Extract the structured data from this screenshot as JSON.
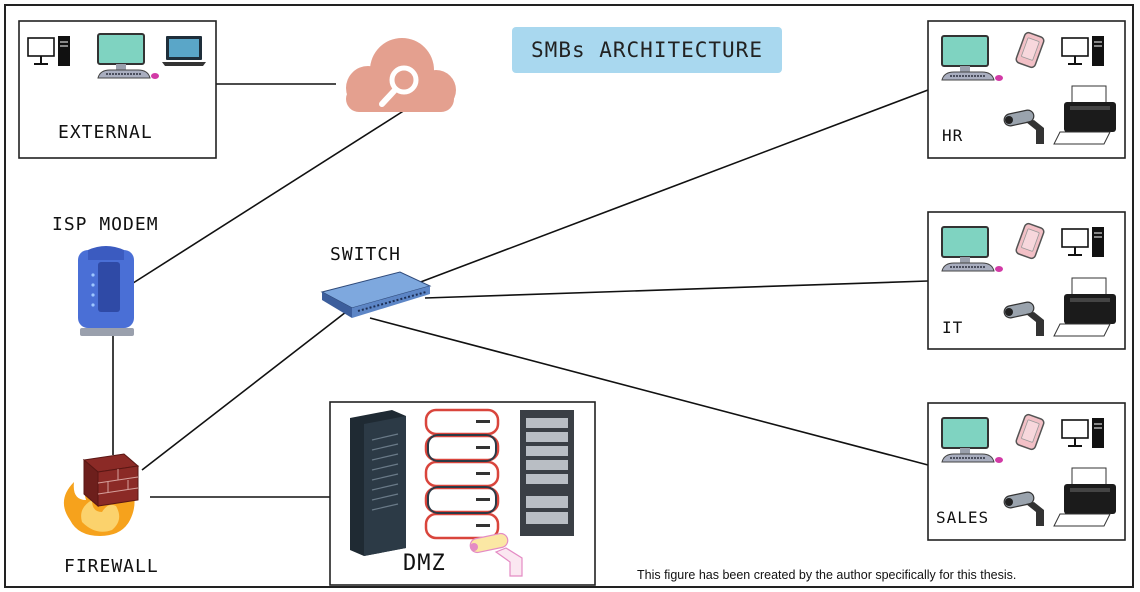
{
  "title": "SMBs ARCHITECTURE",
  "caption": "This figure has been created by the author specifically for this thesis.",
  "nodes": {
    "external": "EXTERNAL",
    "isp_modem": "ISP MODEM",
    "switch": "SWITCH",
    "firewall": "FIREWALL",
    "dmz": "DMZ",
    "hr": "HR",
    "it": "IT",
    "sales": "SALES"
  },
  "colors": {
    "cloud": "#e4a08f",
    "title_bg": "#a9d8ef",
    "modem": "#4a6fd6",
    "switch": "#5d86c6",
    "firewall_brick": "#8b2a26",
    "flame": "#f6a21c",
    "monitor_screen": "#7fd3c1",
    "server_red": "#d9453c"
  },
  "icons": [
    "desktop-icon",
    "monitor-keyboard-icon",
    "laptop-icon",
    "cloud-search-icon",
    "modem-icon",
    "switch-icon",
    "firewall-icon",
    "server-tower-icon",
    "server-stack-icon",
    "rack-icon",
    "cctv-camera-icon",
    "tablet-icon",
    "printer-icon"
  ]
}
